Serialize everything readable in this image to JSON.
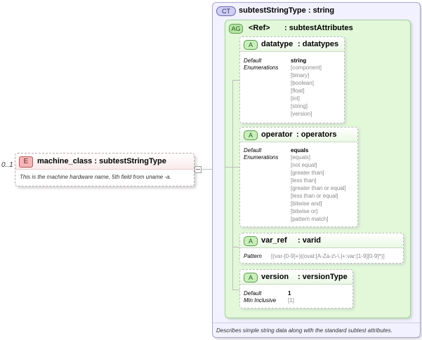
{
  "element": {
    "occurs": "0..1",
    "badge": "E",
    "name": "machine_class",
    "type": "subtestStringType",
    "doc": "This is the machine hardware name, 5th field from uname -a."
  },
  "complex_type": {
    "badge": "CT",
    "name": "subtestStringType",
    "base": "string",
    "doc": "Describes simple string data along with the standard subtest attributes."
  },
  "attribute_group": {
    "badge": "AG",
    "ref": "<Ref>",
    "name": "subtestAttributes"
  },
  "attributes": [
    {
      "badge": "A",
      "name": "datatype",
      "type": "datatypes",
      "default_label": "Default",
      "default": "string",
      "enum_label": "Enumerations",
      "enumerations": [
        "[component]",
        "[binary]",
        "[boolean]",
        "[float]",
        "[int]",
        "[string]",
        "[version]"
      ]
    },
    {
      "badge": "A",
      "name": "operator",
      "type": "operators",
      "default_label": "Default",
      "default": "equals",
      "enum_label": "Enumerations",
      "enumerations": [
        "[equals]",
        "[not equal]",
        "[greater than]",
        "[less than]",
        "[greater than or equal]",
        "[less than or equal]",
        "[bitwise and]",
        "[bitwise or]",
        "[pattern match]"
      ]
    },
    {
      "badge": "A",
      "name": "var_ref",
      "type": "varid",
      "pattern_label": "Pattern",
      "pattern": "[(var-[0-9]+)|(oval:[A-Za-z\\-\\.]+:var:[1-9][0-9]*)]"
    },
    {
      "badge": "A",
      "name": "version",
      "type": "versionType",
      "default_label": "Default",
      "default": "1",
      "min_label": "Min Inclusive",
      "min": "[1]"
    }
  ]
}
